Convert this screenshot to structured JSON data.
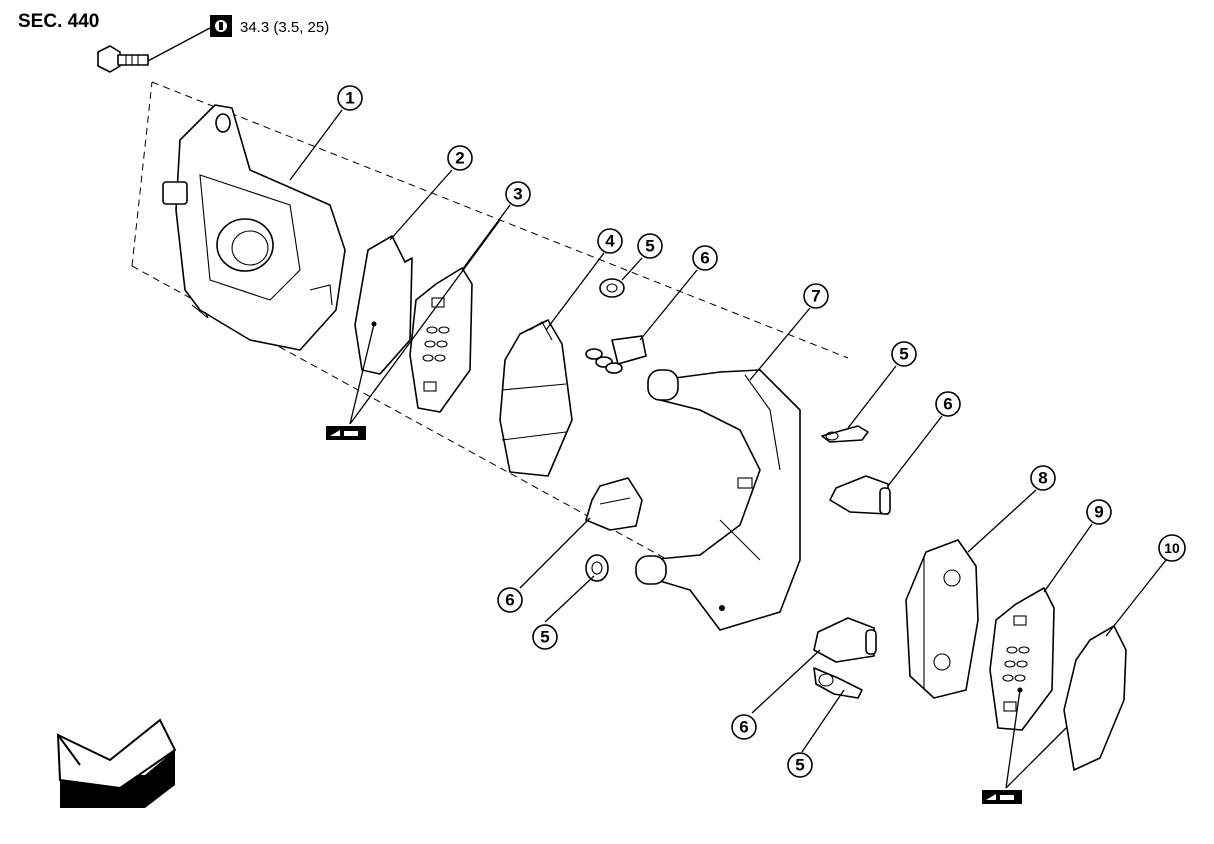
{
  "section_label": "SEC. 440",
  "torque_spec": "34.3 (3.5, 25)",
  "icons": {
    "torque": "torque-wrench-icon",
    "grease": "grease-apply-icon",
    "front": "front-direction-arrow-icon"
  },
  "callouts": [
    {
      "id": "c1",
      "text": "1"
    },
    {
      "id": "c2",
      "text": "2"
    },
    {
      "id": "c3",
      "text": "3"
    },
    {
      "id": "c4",
      "text": "4"
    },
    {
      "id": "c5a",
      "text": "5"
    },
    {
      "id": "c6a",
      "text": "6"
    },
    {
      "id": "c7",
      "text": "7"
    },
    {
      "id": "c5b",
      "text": "5"
    },
    {
      "id": "c6b",
      "text": "6"
    },
    {
      "id": "c8",
      "text": "8"
    },
    {
      "id": "c9",
      "text": "9"
    },
    {
      "id": "c10",
      "text": "10"
    },
    {
      "id": "c6c",
      "text": "6"
    },
    {
      "id": "c5c",
      "text": "5"
    },
    {
      "id": "c6d",
      "text": "6"
    },
    {
      "id": "c5d",
      "text": "5"
    }
  ]
}
